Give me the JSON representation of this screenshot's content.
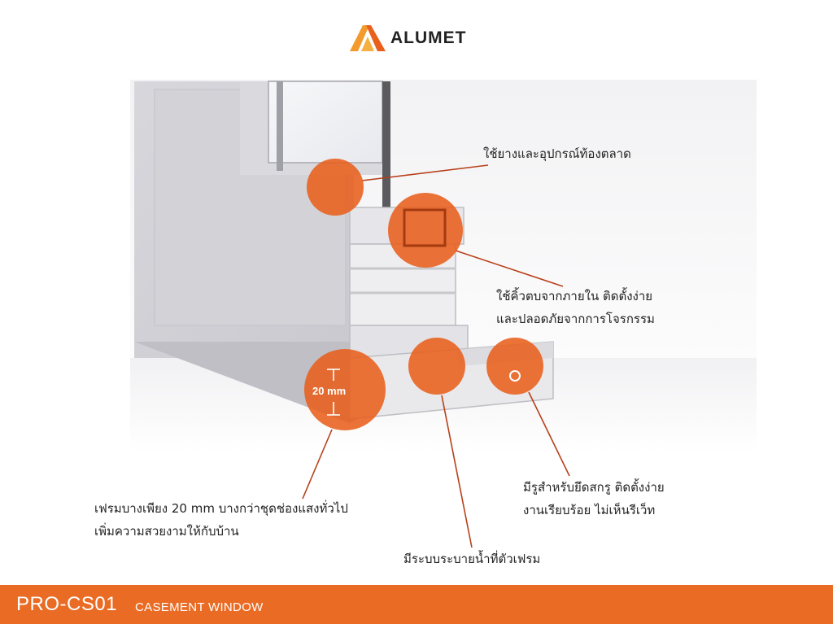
{
  "brand": {
    "name": "ALUMET",
    "logo_colors": [
      "#f39a2d",
      "#e8601c"
    ]
  },
  "dimension_label": "20 mm",
  "callouts": {
    "gasket": "ใช้ยางและอุปกรณ์ท้องตลาด",
    "bead_line1": "ใช้คิ้วตบจากภายใน ติดตั้งง่าย",
    "bead_line2": "และปลอดภัยจากการโจรกรรม",
    "frame_line1": "เฟรมบางเพียง 20 mm บางกว่าชุดช่องแสงทั่วไป",
    "frame_line2": "เพิ่มความสวยงามให้กับบ้าน",
    "screw_line1": "มีรูสำหรับยึดสกรู ติดตั้งง่าย",
    "screw_line2": "งานเรียบร้อย ไม่เห็นรีเว็ท",
    "drain": "มีระบบระบายน้ำที่ตัวเฟรม"
  },
  "footer": {
    "model": "PRO-CS01",
    "type": "CASEMENT WINDOW"
  },
  "colors": {
    "accent": "#ea6b24",
    "highlight": "#e8601c",
    "callout_line": "#b8401a"
  }
}
